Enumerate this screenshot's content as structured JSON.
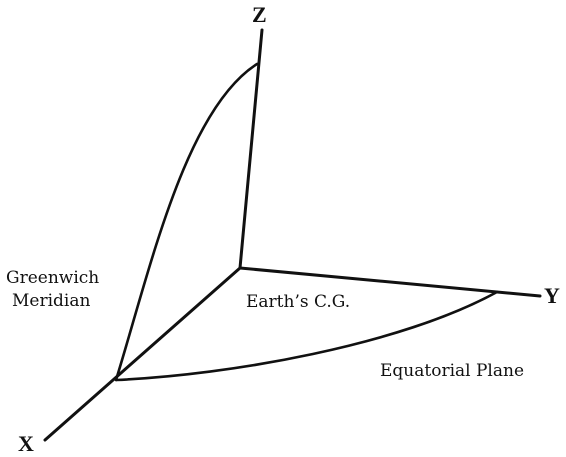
{
  "axes": {
    "x": "X",
    "y": "Y",
    "z": "Z"
  },
  "labels": {
    "meridian_line1": "Greenwich",
    "meridian_line2": "Meridian",
    "origin": "Earth’s C.G.",
    "plane": "Equatorial Plane"
  },
  "colors": {
    "ink": "#111111",
    "background": "#ffffff"
  }
}
